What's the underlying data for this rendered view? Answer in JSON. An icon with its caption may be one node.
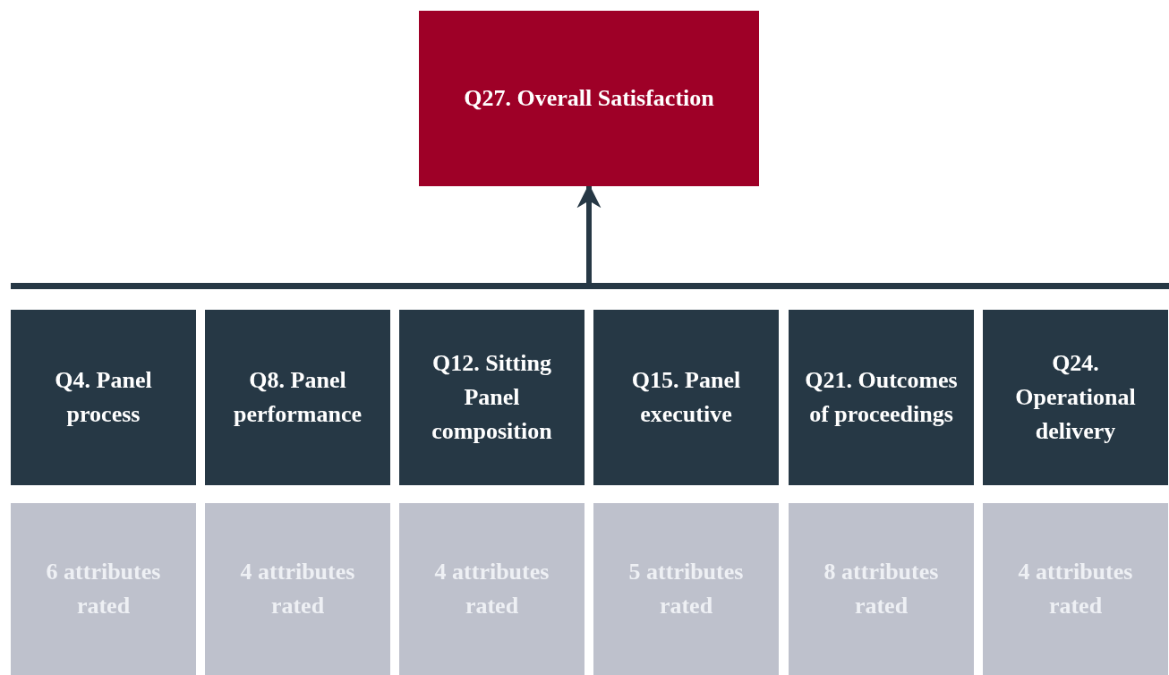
{
  "diagram": {
    "nodes": [
      {
        "text": [
          "Q27. Overall Satisfaction"
        ]
      },
      {
        "text": [],
        "shape": "bar"
      },
      {
        "text": [
          "Q4. Panel process"
        ]
      },
      {
        "text": [
          "Q8. Panel performance"
        ]
      },
      {
        "text": [
          "Q12. Sitting Panel composition"
        ]
      },
      {
        "text": [
          "Q15. Panel executive"
        ]
      },
      {
        "text": [
          "Q21. Outcomes of proceedings"
        ]
      },
      {
        "text": [
          "Q24. Operational delivery"
        ]
      },
      {
        "text": [
          "6 attributes rated"
        ]
      },
      {
        "text": [
          "4 attributes rated"
        ]
      },
      {
        "text": [
          "4 attributes rated"
        ]
      },
      {
        "text": [
          "5 attributes rated"
        ]
      },
      {
        "text": [
          "8 attributes rated"
        ]
      },
      {
        "text": [
          "4 attributes rated"
        ]
      }
    ],
    "edges": [
      {
        "from": 1,
        "to": 0,
        "arrow": "to"
      }
    ]
  }
}
